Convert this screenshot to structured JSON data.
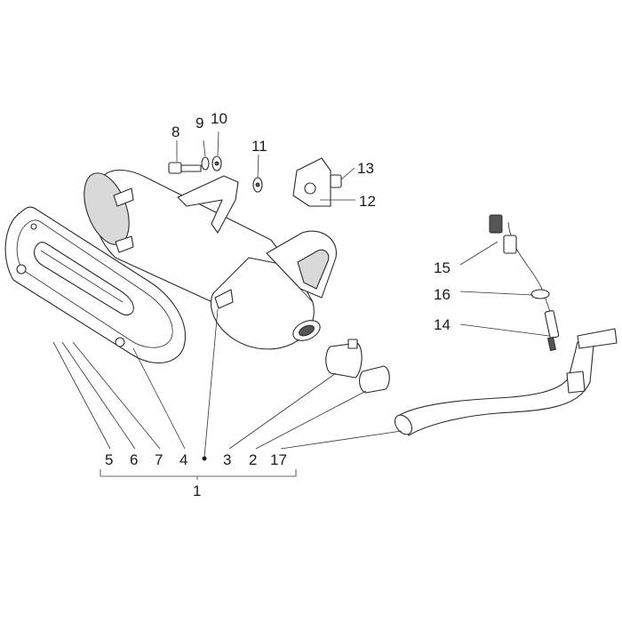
{
  "callouts": {
    "c1": "1",
    "c2": "2",
    "c3": "3",
    "c4": "4",
    "c5": "5",
    "c6": "6",
    "c7": "7",
    "c8": "8",
    "c9": "9",
    "c10": "10",
    "c11": "11",
    "c12": "12",
    "c13": "13",
    "c14": "14",
    "c15": "15",
    "c16": "16",
    "c17": "17"
  },
  "colors": {
    "line": "#2a2a2a",
    "shade": "#d9d9d9",
    "background": "#ffffff"
  }
}
